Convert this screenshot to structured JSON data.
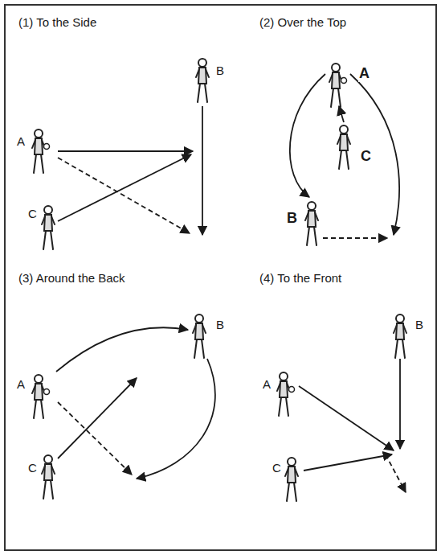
{
  "diagram": {
    "labels": [
      "(1) To the Side",
      "B",
      "A",
      "C",
      "(2) Over the Top",
      "A",
      "C",
      "B",
      "(3) Around the Back",
      "B",
      "A",
      "C",
      "(4) To the Front",
      "B",
      "A",
      "C"
    ]
  }
}
